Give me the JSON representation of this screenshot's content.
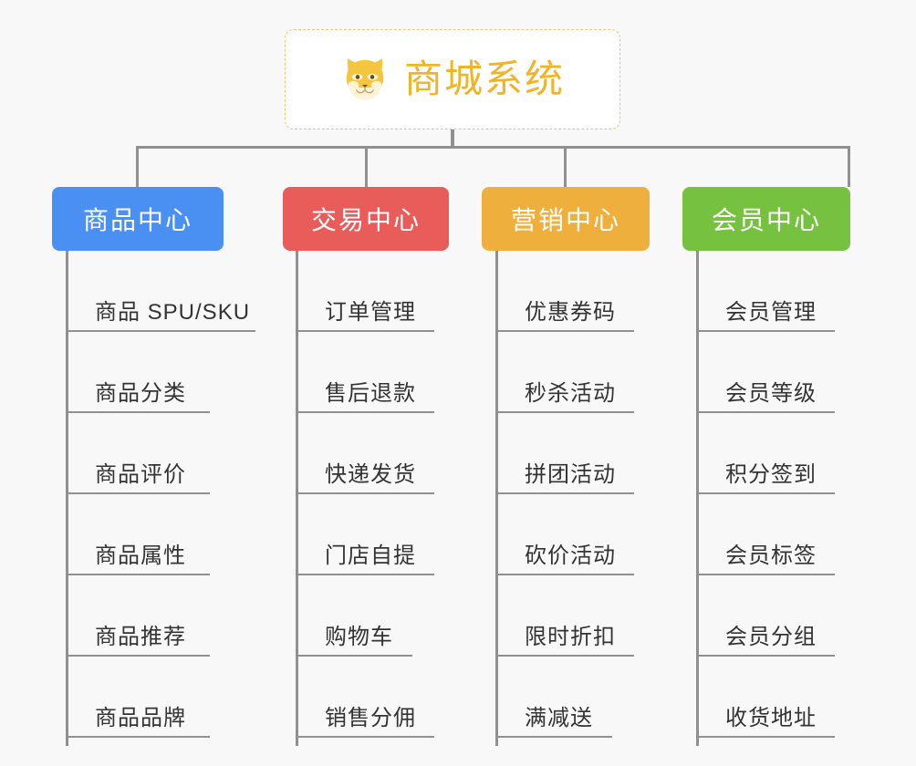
{
  "page": {
    "background_color": "#f8f8f8",
    "line_color": "#909090",
    "text_color": "#333333"
  },
  "root": {
    "title": "商城系统",
    "icon": "shiba-dog-face-icon",
    "text_color": "#f0b429",
    "border_color": "#f0c070",
    "background_color": "#ffffff"
  },
  "categories": [
    {
      "label": "商品中心",
      "color": "#4a8ff2",
      "items": [
        "商品 SPU/SKU",
        "商品分类",
        "商品评价",
        "商品属性",
        "商品推荐",
        "商品品牌"
      ]
    },
    {
      "label": "交易中心",
      "color": "#e85d5a",
      "items": [
        "订单管理",
        "售后退款",
        "快递发货",
        "门店自提",
        "购物车",
        "销售分佣"
      ]
    },
    {
      "label": "营销中心",
      "color": "#eeaf3d",
      "items": [
        "优惠券码",
        "秒杀活动",
        "拼团活动",
        "砍价活动",
        "限时折扣",
        "满减送"
      ]
    },
    {
      "label": "会员中心",
      "color": "#76c240",
      "items": [
        "会员管理",
        "会员等级",
        "积分签到",
        "会员标签",
        "会员分组",
        "收货地址"
      ]
    }
  ]
}
